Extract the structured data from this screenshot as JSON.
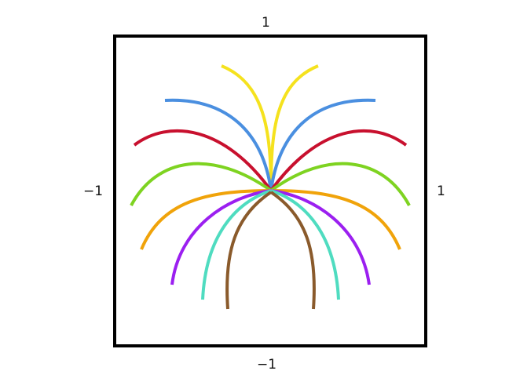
{
  "labels": {
    "top": "1",
    "bottom": "−1",
    "left": "−1",
    "right": "1"
  },
  "diagram": {
    "frame_color": "#000000",
    "curve_colors": [
      "#f5e21e",
      "#4a8fe0",
      "#c8102e",
      "#7ed321",
      "#f0a30a",
      "#9b1ff0",
      "#4fdcc0",
      "#8a5a2b"
    ]
  }
}
